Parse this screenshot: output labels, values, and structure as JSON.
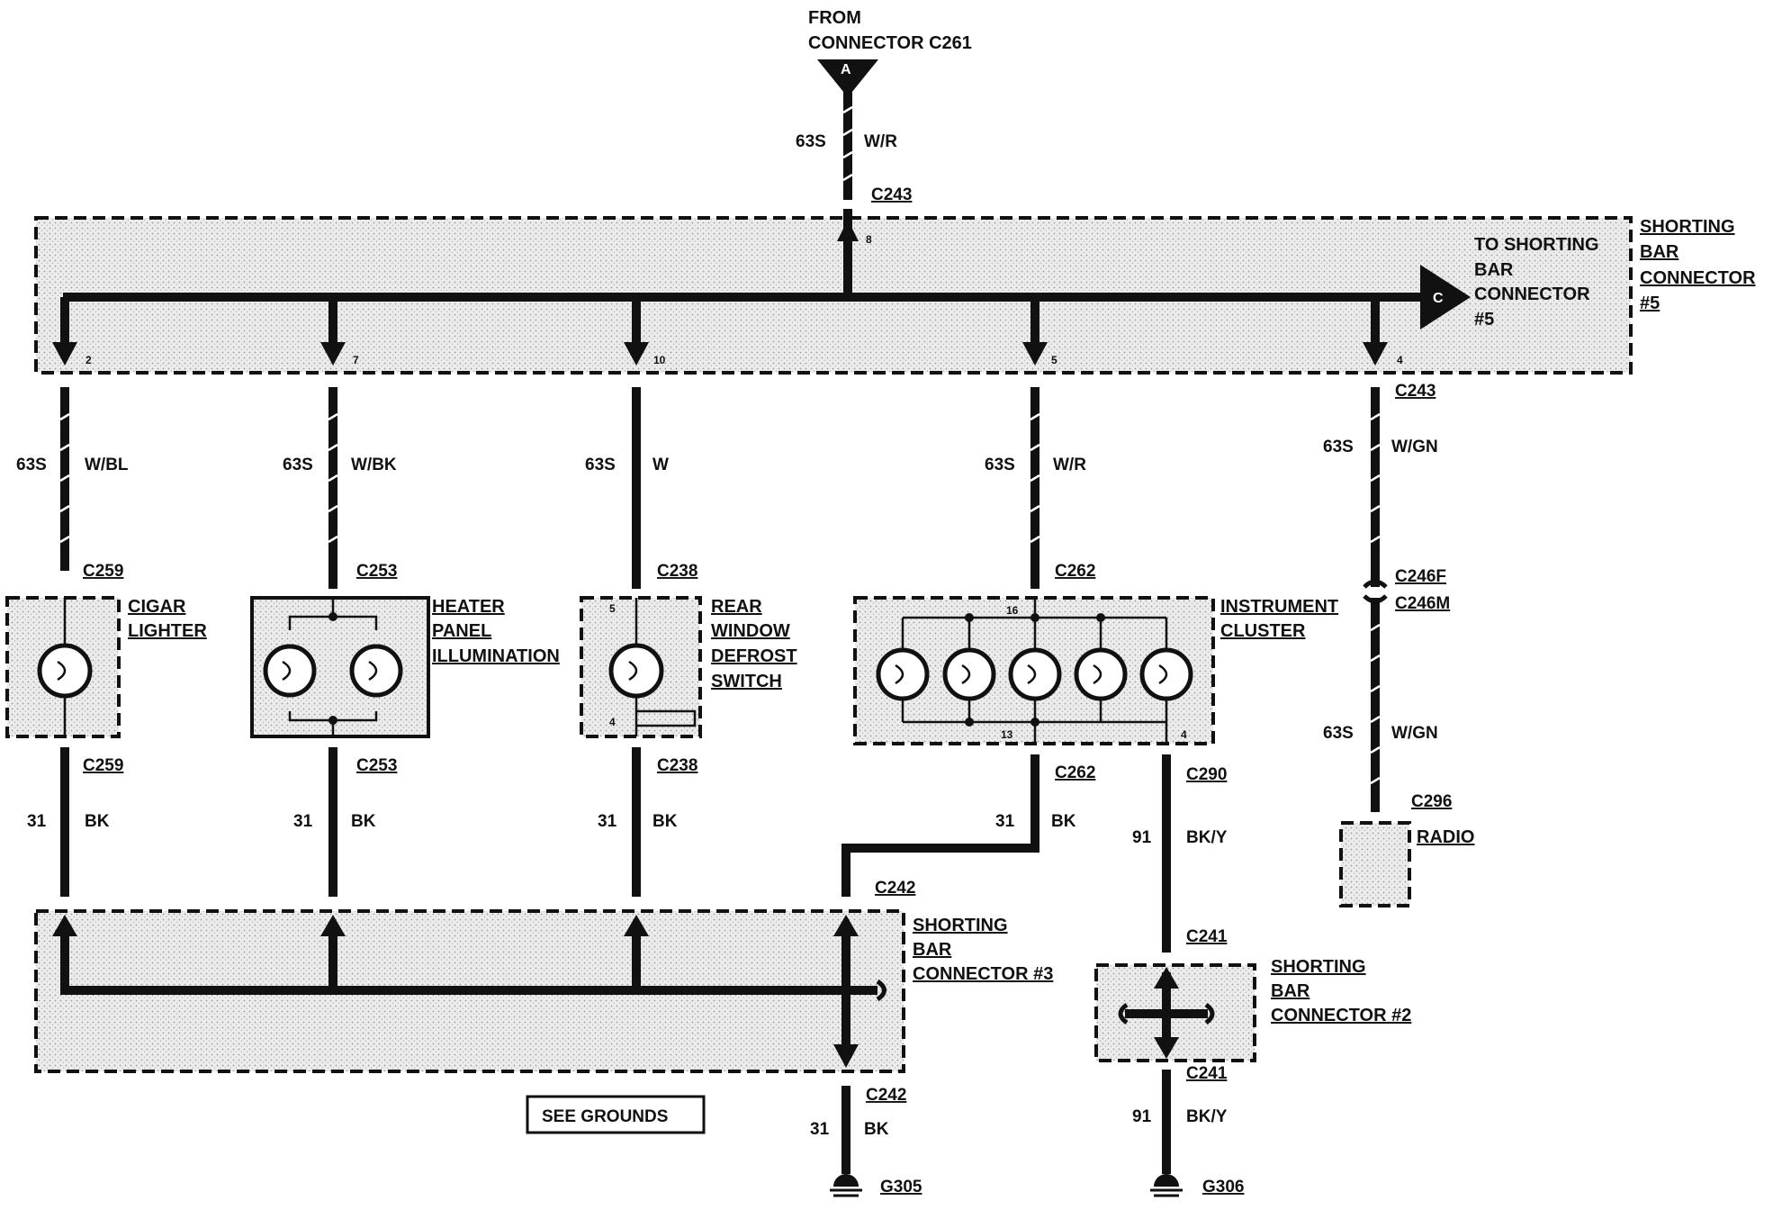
{
  "source": {
    "heading_line1": "FROM",
    "heading_line2": "CONNECTOR C261",
    "connector_letter": "A"
  },
  "destination": {
    "connector_letter": "C",
    "label_line1": "TO SHORTING",
    "label_line2": "BAR",
    "label_line3": "CONNECTOR",
    "label_line4": "#5"
  },
  "shorting_bar_5": {
    "label_line1": "SHORTING",
    "label_line2": "BAR",
    "label_line3": "CONNECTOR",
    "label_line4": "#5",
    "input_pin": "8",
    "output_pins": [
      "2",
      "7",
      "10",
      "5",
      "4"
    ]
  },
  "wires": {
    "feed_circuit": "63S",
    "feed_color": "W/R",
    "cigar_circuit": "63S",
    "cigar_color": "W/BL",
    "heater_circuit": "63S",
    "heater_color": "W/BK",
    "defrost_circuit": "63S",
    "defrost_color": "W",
    "cluster_circuit": "63S",
    "cluster_color": "W/R",
    "radio_circuit_top": "63S",
    "radio_color_top": "W/GN",
    "radio_circuit_bottom": "63S",
    "radio_color_bottom": "W/GN",
    "ground1_circuit": "31",
    "ground1_color": "BK",
    "ground2_circuit": "31",
    "ground2_color": "BK",
    "ground3_circuit": "31",
    "ground3_color": "BK",
    "ground4_circuit": "31",
    "ground4_color": "BK",
    "ground5_circuit": "91",
    "ground5_color": "BK/Y",
    "ground6_circuit": "31",
    "ground6_color": "BK",
    "ground7_circuit": "91",
    "ground7_color": "BK/Y"
  },
  "connectors": {
    "c243_top": "C243",
    "c243_radio": "C243",
    "c259_top": "C259",
    "c259_bottom": "C259",
    "c253_top": "C253",
    "c253_bottom": "C253",
    "c238_top": "C238",
    "c238_bottom": "C238",
    "c262_top": "C262",
    "c262_bottom": "C262",
    "c246f": "C246F",
    "c246m": "C246M",
    "c296": "C296",
    "c290": "C290",
    "c242_top": "C242",
    "c242_bottom": "C242",
    "c241_top": "C241",
    "c241_bottom": "C241"
  },
  "components": {
    "cigar_line1": "CIGAR",
    "cigar_line2": "LIGHTER",
    "heater_line1": "HEATER",
    "heater_line2": "PANEL",
    "heater_line3": "ILLUMINATION",
    "defrost_line1": "REAR",
    "defrost_line2": "WINDOW",
    "defrost_line3": "DEFROST",
    "defrost_line4": "SWITCH",
    "defrost_pin_top": "5",
    "defrost_pin_bottom": "4",
    "cluster_line1": "INSTRUMENT",
    "cluster_line2": "CLUSTER",
    "cluster_pin_top": "16",
    "cluster_pin_bottom_left": "13",
    "cluster_pin_bottom_right": "4",
    "radio": "RADIO"
  },
  "shorting_bar_3": {
    "label_line1": "SHORTING",
    "label_line2": "BAR",
    "label_line3": "CONNECTOR #3"
  },
  "shorting_bar_2": {
    "label_line1": "SHORTING",
    "label_line2": "BAR",
    "label_line3": "CONNECTOR #2"
  },
  "grounds": {
    "g305": "G305",
    "g306": "G306",
    "see_grounds": "SEE GROUNDS"
  }
}
